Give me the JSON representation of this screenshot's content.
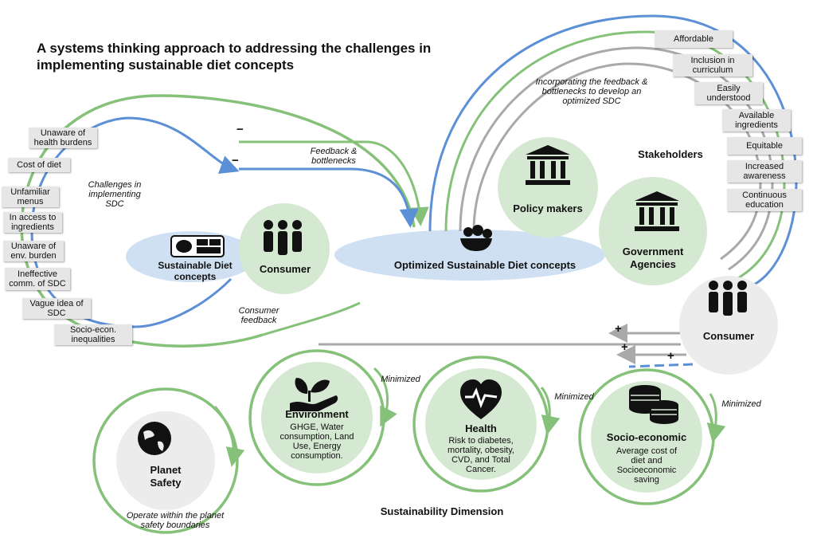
{
  "title": "A systems thinking approach to addressing the challenges in implementing sustainable diet concepts",
  "challenges": {
    "label": "Challenges in implementing SDC",
    "items": [
      "Unaware of health burdens",
      "Cost of diet",
      "Unfamiliar menus",
      "In access to ingredients",
      "Unaware of env. burden",
      "Ineffective comm. of SDC",
      "Vague idea of SDC",
      "Socio-econ. inequalities"
    ]
  },
  "loop_labels": {
    "feedback_bottlenecks": "Feedback & bottlenecks",
    "consumer_feedback": "Consumer feedback",
    "incorporating": "Incorporating the feedback & bottlenecks to develop an optimized SDC",
    "minus_sign": "−",
    "plus_sign": "+"
  },
  "sdc_label": "Sustainable Diet concepts",
  "consumer_left": "Consumer",
  "optimized_label": "Optimized Sustainable Diet concepts",
  "stakeholders": {
    "label": "Stakeholders",
    "policy_makers": "Policy makers",
    "government": "Government Agencies",
    "items": [
      "Affordable",
      "Inclusion in curriculum",
      "Easily understood",
      "Available ingredients",
      "Equitable",
      "Increased awareness",
      "Continuous education"
    ]
  },
  "consumer_right": "Consumer",
  "dimensions": {
    "label": "Sustainability Dimension",
    "minimized": "Minimized",
    "planet": {
      "title": "Planet Safety",
      "caption": "Operate within the planet safety boundaries"
    },
    "environment": {
      "title": "Environment",
      "desc": "GHGE, Water consumption, Land Use, Energy consumption."
    },
    "health": {
      "title": "Health",
      "desc": "Risk to diabetes, mortality, obesity, CVD, and Total Cancer."
    },
    "socio": {
      "title": "Socio-economic",
      "desc": "Average cost of diet and Socioeconomic saving"
    }
  },
  "colors": {
    "green": "#86c17a",
    "blue": "#5b8fd6",
    "grey": "#a9a9a9",
    "circle_green": "#d5e8d1",
    "ellipse_blue": "#cfe0f2",
    "circle_grey": "#ececec"
  },
  "icons": [
    "food-tray-icon",
    "people-icon",
    "fruit-bowl-icon",
    "bank-building-icon",
    "globe-icon",
    "plant-hand-icon",
    "heartbeat-icon",
    "coin-stack-icon"
  ]
}
